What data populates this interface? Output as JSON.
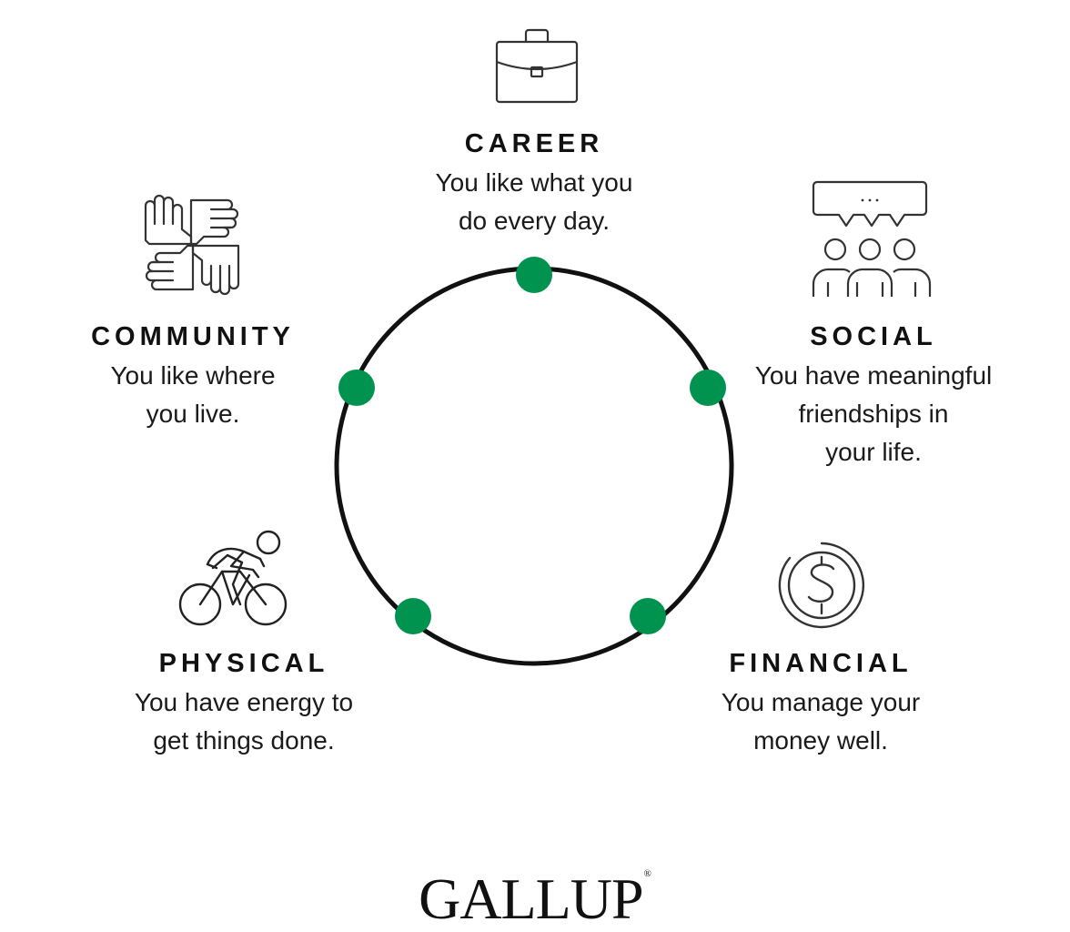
{
  "colors": {
    "accent_green": "#00934f",
    "ring": "#111111",
    "icon_stroke": "#333333"
  },
  "diagram": {
    "nodes": [
      {
        "id": "career",
        "heading": "CAREER",
        "description": "You like what you\ndo every day.",
        "icon": "briefcase-icon"
      },
      {
        "id": "social",
        "heading": "SOCIAL",
        "description": "You have meaningful\nfriendships in\nyour life.",
        "icon": "people-conversation-icon"
      },
      {
        "id": "financial",
        "heading": "FINANCIAL",
        "description": "You manage your\nmoney well.",
        "icon": "dollar-coin-icon"
      },
      {
        "id": "physical",
        "heading": "PHYSICAL",
        "description": "You have energy to\nget things done.",
        "icon": "cyclist-icon"
      },
      {
        "id": "community",
        "heading": "COMMUNITY",
        "description": "You like where\nyou live.",
        "icon": "joined-hands-icon"
      }
    ]
  },
  "brand": {
    "logo_text": "GALLUP",
    "registered_mark": "®"
  }
}
